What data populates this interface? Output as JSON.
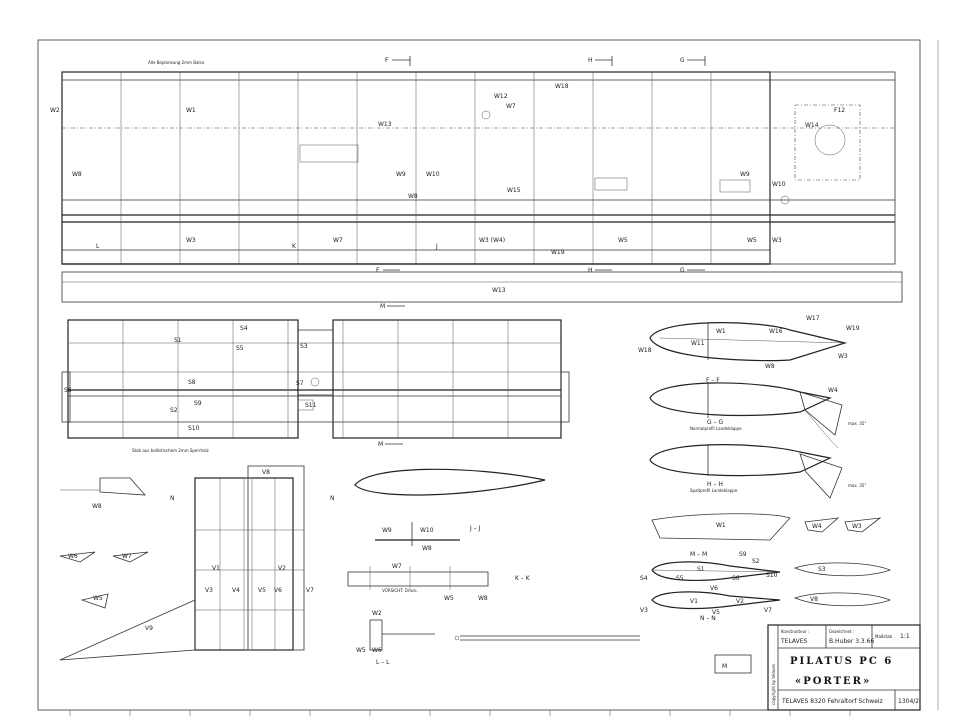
{
  "wing_top": {
    "note": "Alle Beplankung 2mm Balsa",
    "ribs_upper": [
      "W2",
      "W1",
      "W13",
      "W12",
      "W7",
      "W18",
      "W14",
      "F12"
    ],
    "ribs_mid": [
      "W8",
      "W9",
      "W10",
      "W8",
      "W15",
      "W9",
      "W10"
    ],
    "ribs_lower": [
      "W3",
      "W7",
      "W3 (W4)",
      "W5",
      "W5",
      "W3",
      "W19"
    ],
    "spar_label": "W13",
    "sections_top": [
      "F",
      "H",
      "G"
    ],
    "sections_bottom": [
      "F",
      "H",
      "G"
    ],
    "side_marks": [
      "L",
      "K",
      "J"
    ]
  },
  "stab": {
    "labels": [
      "S4",
      "S1",
      "S5",
      "S3",
      "S8",
      "S7",
      "S9",
      "S11",
      "S2",
      "S10",
      "S6"
    ],
    "note": "Stab aus ballistischem 2mm Sperrholz",
    "section_marks": [
      "M",
      "M"
    ]
  },
  "profiles": {
    "ff": {
      "title": "F – F",
      "labels": [
        "W17",
        "W1",
        "W16",
        "W11",
        "W19",
        "W3",
        "W8",
        "W18"
      ]
    },
    "gg": {
      "title": "G – G",
      "sub": "Normalprofil Landeklappe",
      "labels": [
        "W4"
      ],
      "angle": "max. 35°"
    },
    "hh": {
      "title": "H – H",
      "sub": "Spaltprofil Landeklappe",
      "angle": "max. 35°"
    },
    "w1": {
      "labels": [
        "W1",
        "W4",
        "W3"
      ]
    },
    "mm": {
      "title": "M – M",
      "labels": [
        "S9",
        "S2",
        "S1",
        "S4",
        "S5",
        "S6",
        "S10",
        "S3"
      ]
    },
    "nn": {
      "title": "N – N",
      "labels": [
        "V6",
        "V3",
        "V1",
        "V2",
        "V5",
        "V7",
        "V8"
      ]
    }
  },
  "fin": {
    "labels": [
      "V8",
      "V1",
      "V2",
      "V3",
      "V4",
      "V5",
      "V6",
      "V7",
      "V9",
      "N",
      "N"
    ],
    "parts": [
      "W8",
      "W6",
      "W7",
      "W5",
      "V9"
    ]
  },
  "details": {
    "jj": {
      "title": "J – J",
      "labels": [
        "W9",
        "W10",
        "W8"
      ]
    },
    "kk": {
      "title": "K – K",
      "labels": [
        "W7",
        "W5",
        "W8"
      ],
      "note": "VORSICHT: Druck."
    },
    "ll": {
      "title": "L – L",
      "labels": [
        "W2",
        "W5",
        "W6"
      ]
    }
  },
  "title_block": {
    "konstrukteur_label": "Konstrukteur :",
    "konstrukteur": "TELAVES",
    "gezeichnet_label": "Gezeichnet :",
    "gezeichnet": "B.Huber 3.3.66",
    "massstab_label": "Maßstab",
    "massstab": "1:1",
    "model": "PILATUS PC 6",
    "name": "«PORTER»",
    "address": "TELAVES 8320 Fehraltorf Schweiz",
    "drawing_no": "1304/2",
    "copyright": "copyright by telaves",
    "stamp": "M"
  }
}
